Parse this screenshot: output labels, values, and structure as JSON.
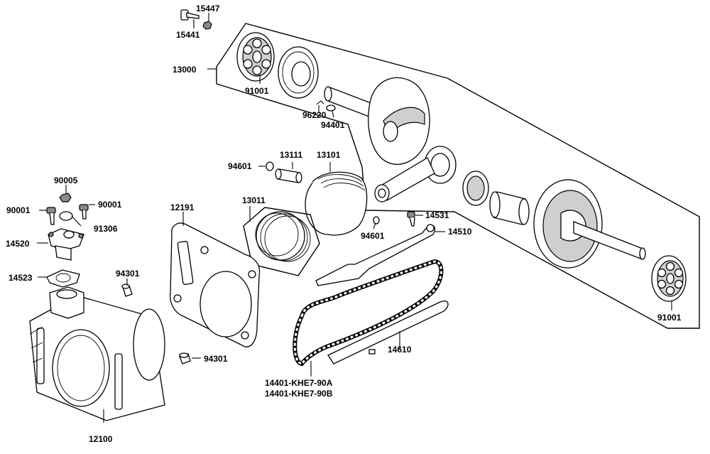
{
  "labels": {
    "p15447": "15447",
    "p15441": "15441",
    "p13000": "13000",
    "p91001_top": "91001",
    "p96220": "96220",
    "p94401": "94401",
    "p13111": "13111",
    "p13101": "13101",
    "p94601_left": "94601",
    "p13011": "13011",
    "p94601_right": "94601",
    "p14531": "14531",
    "p14510": "14510",
    "p91001_bottom": "91001",
    "p12191": "12191",
    "p90005": "90005",
    "p90001_left": "90001",
    "p90001_right": "90001",
    "p91306": "91306",
    "p14520": "14520",
    "p14523": "14523",
    "p94301_top": "94301",
    "p94301_bottom": "94301",
    "p14610": "14610",
    "p14401a": "14401-KHE7-90A",
    "p14401b": "14401-KHE7-90B",
    "p12100": "12100"
  }
}
